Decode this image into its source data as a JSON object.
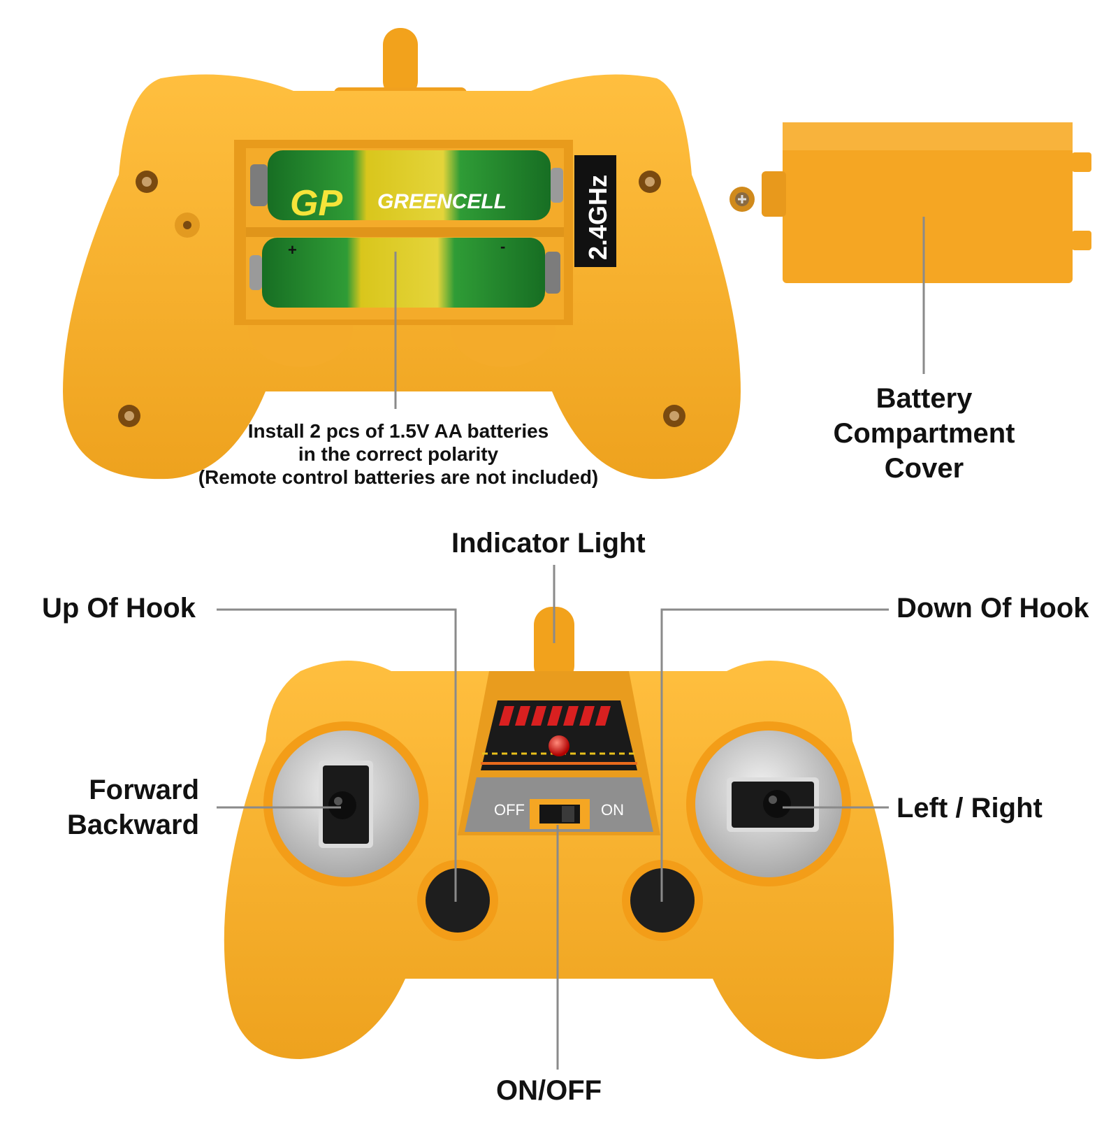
{
  "colors": {
    "body": "#f5a623",
    "body_dark": "#d98a12",
    "body_light": "#ffc75a",
    "battery_green": "#1f8a2e",
    "battery_yellow": "#d6c21a",
    "silver": "#c9c9c9",
    "leader": "#8a8a8a",
    "text": "#111111",
    "led": "#e02020"
  },
  "top": {
    "band_label": "2.4GHz",
    "battery_brand": "GP",
    "battery_name": "GREENCELL",
    "battery_plus": "+",
    "battery_minus": "-",
    "install_note": [
      "Install 2 pcs of 1.5V AA batteries",
      "in the correct polarity",
      "(Remote control batteries are not included)"
    ],
    "cover_label": [
      "Battery",
      "Compartment",
      "Cover"
    ]
  },
  "bottom": {
    "indicator_light": "Indicator Light",
    "up_of_hook": "Up Of Hook",
    "down_of_hook": "Down Of Hook",
    "forward_backward": [
      "Forward",
      "Backward"
    ],
    "left_right": "Left / Right",
    "on_off": "ON/OFF",
    "switch_off": "OFF",
    "switch_on": "ON"
  }
}
